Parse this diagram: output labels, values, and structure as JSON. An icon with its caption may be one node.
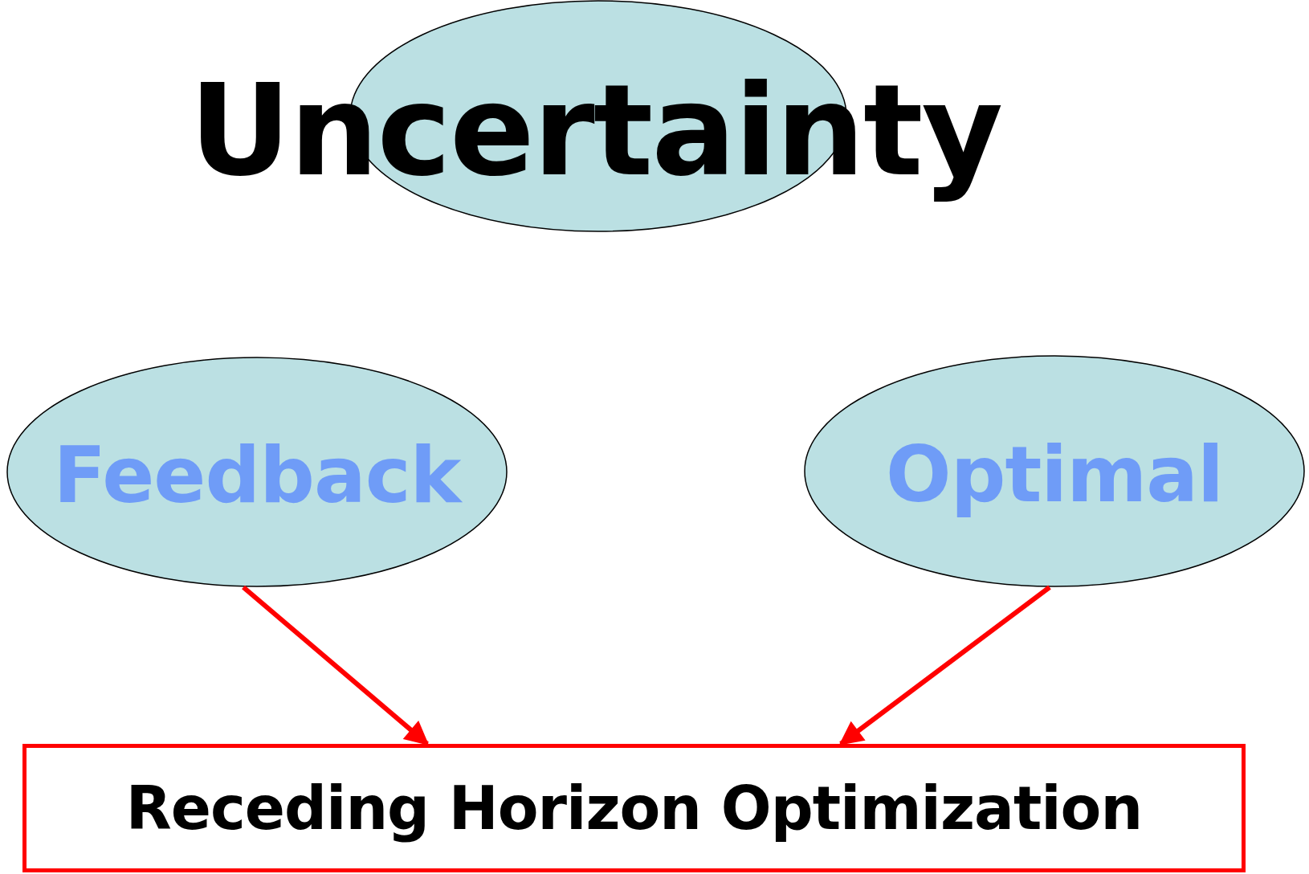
{
  "diagram": {
    "nodes": [
      {
        "text": [
          "Uncertainty"
        ]
      },
      {
        "text": [
          "Feedback"
        ]
      },
      {
        "text": [
          "Optimal"
        ]
      },
      {
        "text": [
          "Receding Horizon Optimization"
        ]
      }
    ],
    "edges": [
      {
        "from": 1,
        "to": 3,
        "arrow": "to"
      },
      {
        "from": 2,
        "to": 3,
        "arrow": "to"
      }
    ]
  }
}
